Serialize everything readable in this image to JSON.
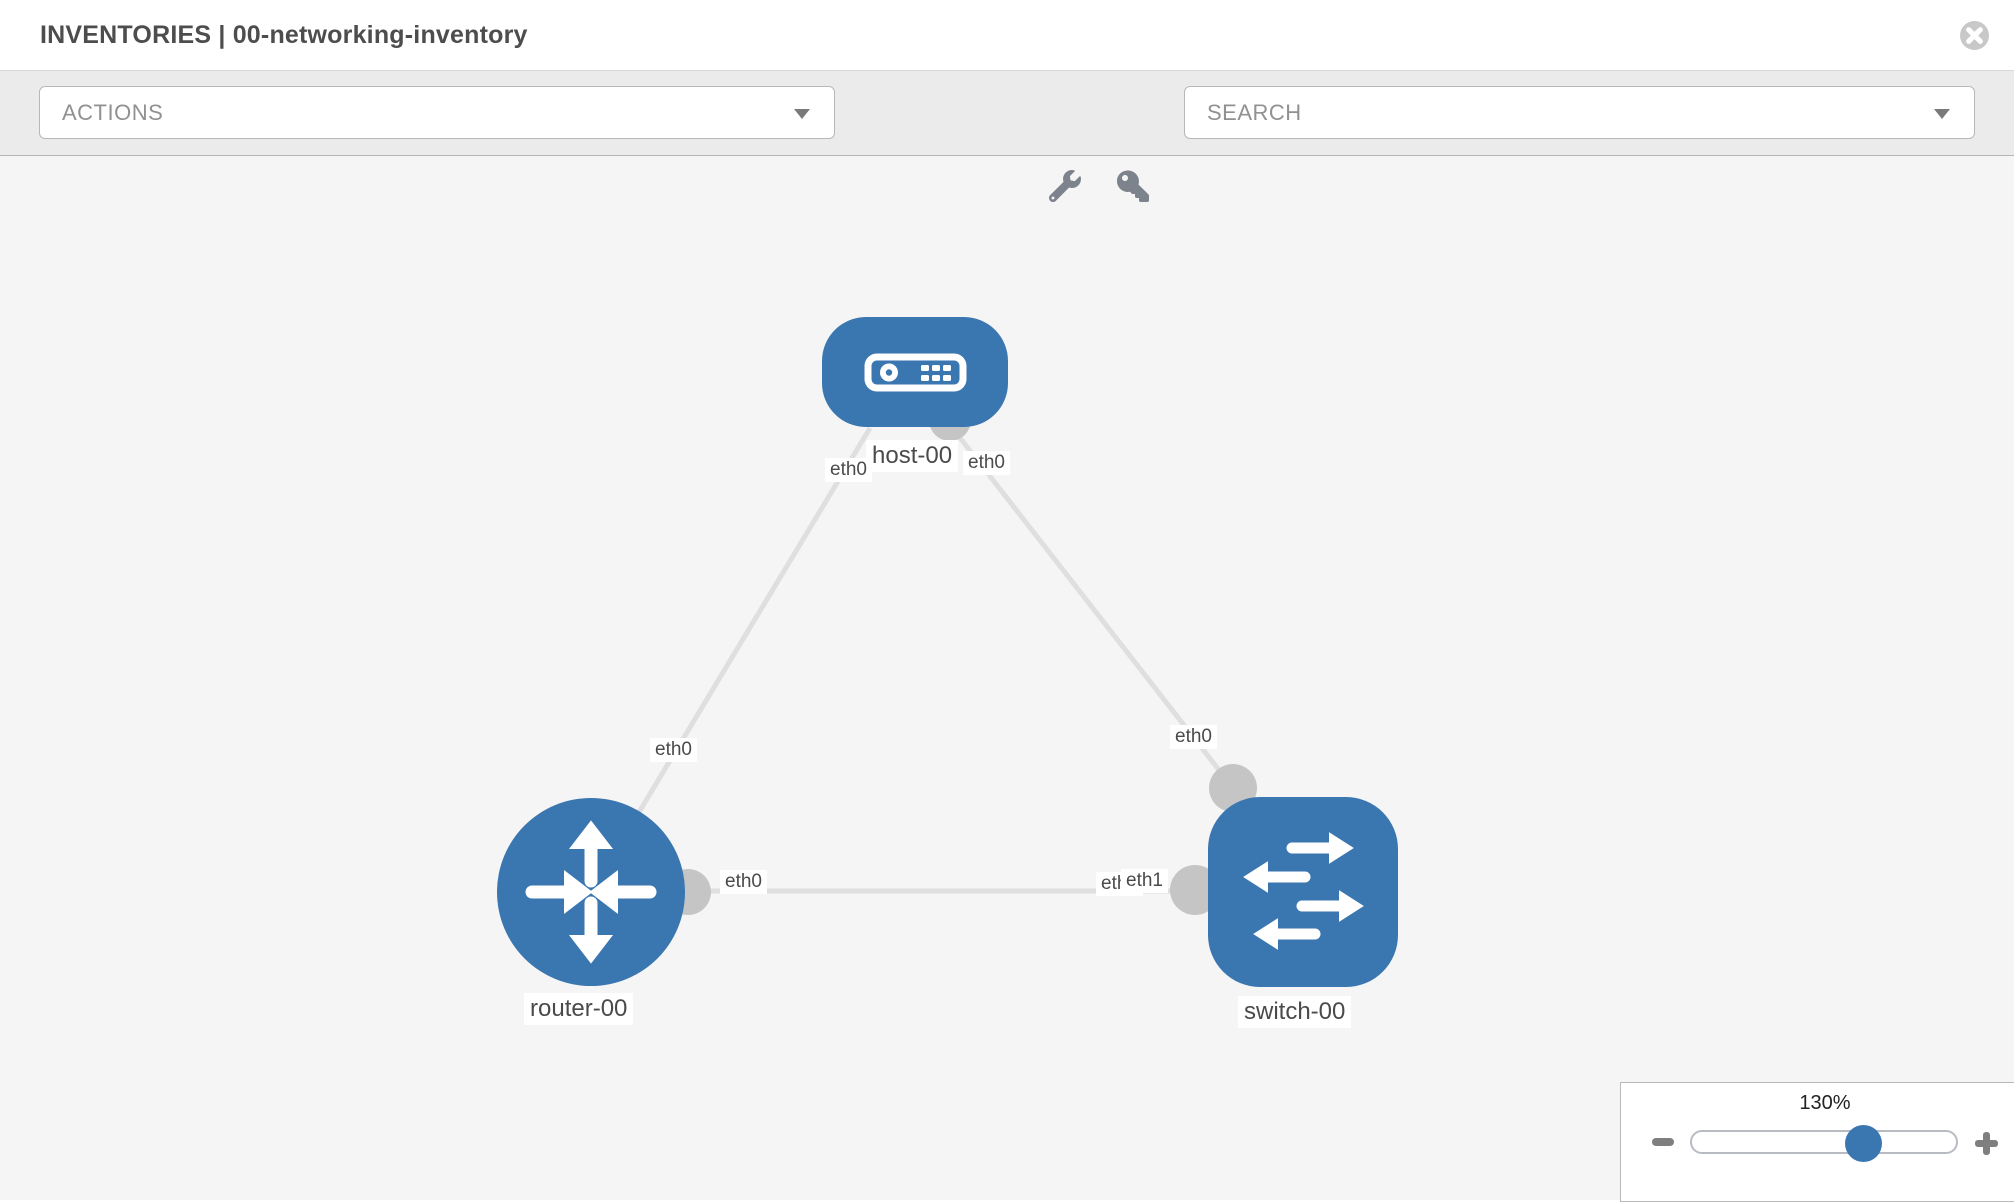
{
  "header": {
    "title": "INVENTORIES | 00-networking-inventory",
    "close_icon": "close-circle"
  },
  "toolbar": {
    "actions_label": "ACTIONS",
    "search_label": "SEARCH",
    "icons": [
      "wrench-icon",
      "key-icon"
    ]
  },
  "canvas": {
    "nodes": [
      {
        "id": "host-00",
        "type": "host",
        "label": "host-00"
      },
      {
        "id": "router-00",
        "type": "router",
        "label": "router-00"
      },
      {
        "id": "switch-00",
        "type": "switch",
        "label": "switch-00"
      }
    ],
    "links": [
      {
        "source": "router-00",
        "target": "host-00",
        "source_iface": "eth0",
        "target_iface": "eth0"
      },
      {
        "source": "switch-00",
        "target": "host-00",
        "source_iface": "eth0",
        "target_iface": "eth0"
      },
      {
        "source": "router-00",
        "target": "switch-00",
        "source_iface": "eth0",
        "target_iface": "eth1"
      }
    ],
    "iface_labels": [
      "eth0",
      "eth0",
      "eth0",
      "eth0",
      "eth0",
      "eth0",
      "eth1"
    ]
  },
  "zoom_control": {
    "level": "130%"
  },
  "colors": {
    "node_blue": "#3a76b0",
    "bubble_gray": "#c5c5c5",
    "link_gray": "#dfdfdf",
    "canvas_bg": "#f5f5f5",
    "toolbar_bg": "#ebebeb",
    "title_text": "#4d4d4d"
  }
}
